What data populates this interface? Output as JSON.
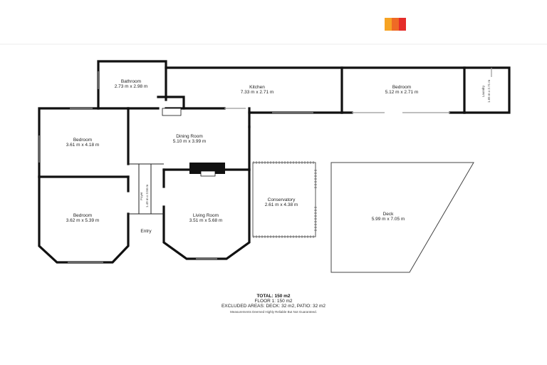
{
  "header": {
    "logo_colors": [
      "#f6a323",
      "#ef6a25",
      "#e52d2a"
    ]
  },
  "rooms": [
    {
      "id": "bathroom",
      "name": "Bathroom",
      "dims": "2.73 m x 2.98 m"
    },
    {
      "id": "kitchen",
      "name": "Kitchen",
      "dims": "7.33 m x 2.71 m"
    },
    {
      "id": "bedroom-east",
      "name": "Bedroom",
      "dims": "5.12 m x 2.71 m"
    },
    {
      "id": "laundry",
      "name": "Laundry",
      "dims": "1.65 m x 2.71 m"
    },
    {
      "id": "bedroom-nw",
      "name": "Bedroom",
      "dims": "3.61 m x 4.18 m"
    },
    {
      "id": "dining-room",
      "name": "Dining Room",
      "dims": "5.10 m x 3.99 m"
    },
    {
      "id": "foyer",
      "name": "Foyer",
      "dims": "1.49 m x 3.56 m"
    },
    {
      "id": "bedroom-sw",
      "name": "Bedroom",
      "dims": "3.62 m x 5.39 m"
    },
    {
      "id": "living-room",
      "name": "Living Room",
      "dims": "3.51 m x 5.68 m"
    },
    {
      "id": "conservatory",
      "name": "Conservatory",
      "dims": "2.61 m x 4.38 m"
    },
    {
      "id": "deck",
      "name": "Deck",
      "dims": "5.99 m x 7.05 m"
    }
  ],
  "entry_label": "Entry",
  "summary": {
    "total": "TOTAL: 150 m2",
    "floor": "FLOOR 1: 150 m2",
    "excluded": "EXCLUDED AREAS: DECK: 32 m2, PATIO: 32 m2",
    "disclaimer": "Measurements Deemed Highly Reliable But Not Guaranteed."
  }
}
